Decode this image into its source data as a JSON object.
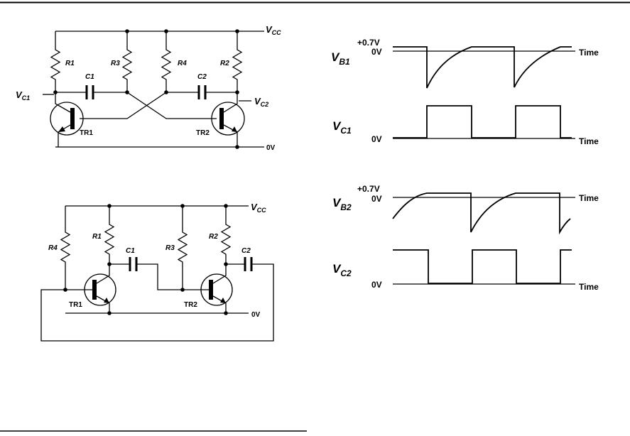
{
  "circuit_top": {
    "vcc": {
      "main": "V",
      "sub": "CC"
    },
    "vc1": {
      "main": "V",
      "sub": "C1"
    },
    "vc2": {
      "main": "V",
      "sub": "C2"
    },
    "r1": "R1",
    "r3": "R3",
    "r4": "R4",
    "r2": "R2",
    "c1": "C1",
    "c2": "C2",
    "tr1": "TR1",
    "tr2": "TR2",
    "zero": "0V"
  },
  "circuit_bottom": {
    "vcc": {
      "main": "V",
      "sub": "CC"
    },
    "r4": "R4",
    "r1": "R1",
    "r3": "R3",
    "r2": "R2",
    "c1": "C1",
    "c2": "C2",
    "tr1": "TR1",
    "tr2": "TR2",
    "zero": "0V"
  },
  "waveforms": {
    "vb1": {
      "main": "V",
      "sub": "B1",
      "top": "+0.7V",
      "zero": "0V",
      "time": "Time"
    },
    "vc1": {
      "main": "V",
      "sub": "C1",
      "zero": "0V",
      "time": "Time"
    },
    "vb2": {
      "main": "V",
      "sub": "B2",
      "top": "+0.7V",
      "zero": "0V",
      "time": "Time"
    },
    "vc2": {
      "main": "V",
      "sub": "C2",
      "zero": "0V",
      "time": "Time"
    }
  }
}
